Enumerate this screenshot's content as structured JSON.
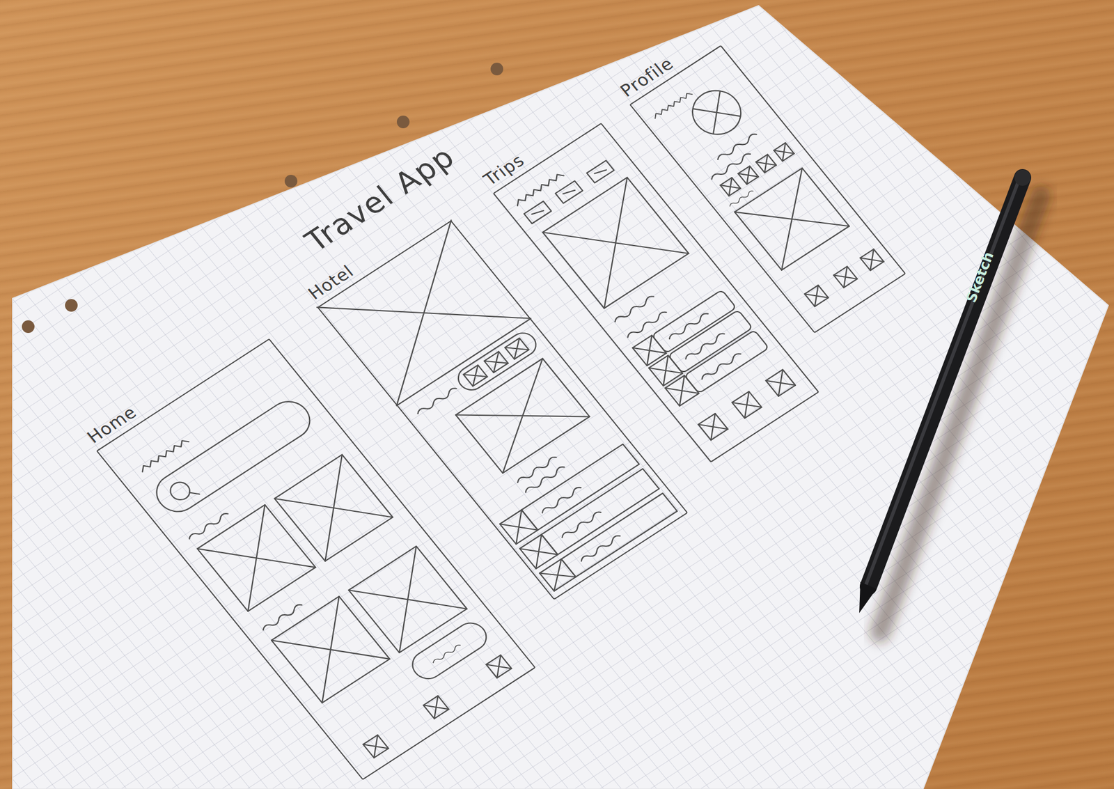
{
  "diagram": {
    "title": "Travel App",
    "nodes": [
      {
        "text": [
          "Home"
        ]
      },
      {
        "text": [
          "Hotel"
        ]
      },
      {
        "text": [
          "Trips"
        ]
      },
      {
        "text": [
          "Profile"
        ]
      }
    ],
    "labels": [
      "Sketch"
    ]
  }
}
